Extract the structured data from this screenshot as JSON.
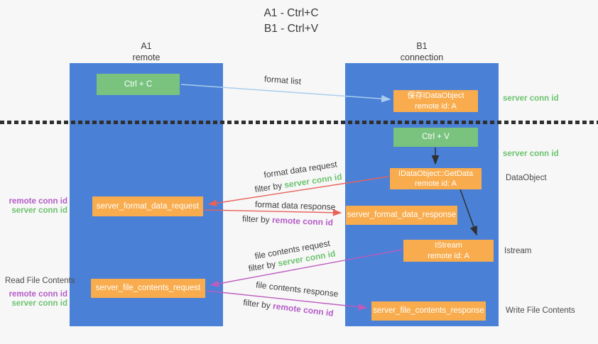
{
  "title": {
    "line1": "A1 - Ctrl+C",
    "line2": "B1 - Ctrl+V"
  },
  "lanes": {
    "left": {
      "header_top": "A1",
      "header_bottom": "remote"
    },
    "right": {
      "header_top": "B1",
      "header_bottom": "connection"
    }
  },
  "nodes": {
    "ctrl_c": {
      "label": "Ctrl + C"
    },
    "save_idataobject": {
      "line1": "保存IDataObject",
      "line2": "remote id: A"
    },
    "ctrl_v": {
      "label": "Ctrl + V"
    },
    "idataobject_getdata": {
      "line1": "IDataObject::GetData",
      "line2": "remote id: A"
    },
    "server_format_data_request": {
      "label": "server_format_data_request"
    },
    "server_format_data_response": {
      "label": "server_format_data_response"
    },
    "istream": {
      "line1": "IStream",
      "line2": "remote id: A"
    },
    "server_file_contents_request": {
      "label": "server_file_contents_request"
    },
    "server_file_contents_response": {
      "label": "server_file_contents_response"
    }
  },
  "flow_labels": {
    "format_list": "format list",
    "format_data_request": "format data request",
    "format_data_response": "format data response",
    "file_contents_request": "file contents request",
    "file_contents_response": "file contents response",
    "filter_by": "filter by ",
    "server_conn_id": "server conn id",
    "remote_conn_id": "remote conn id"
  },
  "side_labels": {
    "server_conn_id_top": "server conn id",
    "server_conn_id_mid": "server conn id",
    "dataobject": "DataObject",
    "istream": "Istream",
    "write_file_contents": "Write File Contents",
    "read_file_contents": "Read File Contents",
    "remote_conn_id_1": "remote conn id",
    "server_conn_id_1": "server conn id",
    "remote_conn_id_2": "remote conn id",
    "server_conn_id_2": "server conn id"
  },
  "colors": {
    "lane-blue": "#4A80D6",
    "node-green": "#79C37E",
    "node-orange": "#F8AC4D",
    "text-green": "#6DC36F",
    "text-purple": "#B45BC8",
    "text-dark": "#3F3F3F",
    "arrow-red": "#E8625C",
    "arrow-magenta": "#BC5CBE",
    "arrow-blue": "#A9CDED",
    "arrow-black": "#2F2F2F",
    "background": "#F7F7F7"
  }
}
